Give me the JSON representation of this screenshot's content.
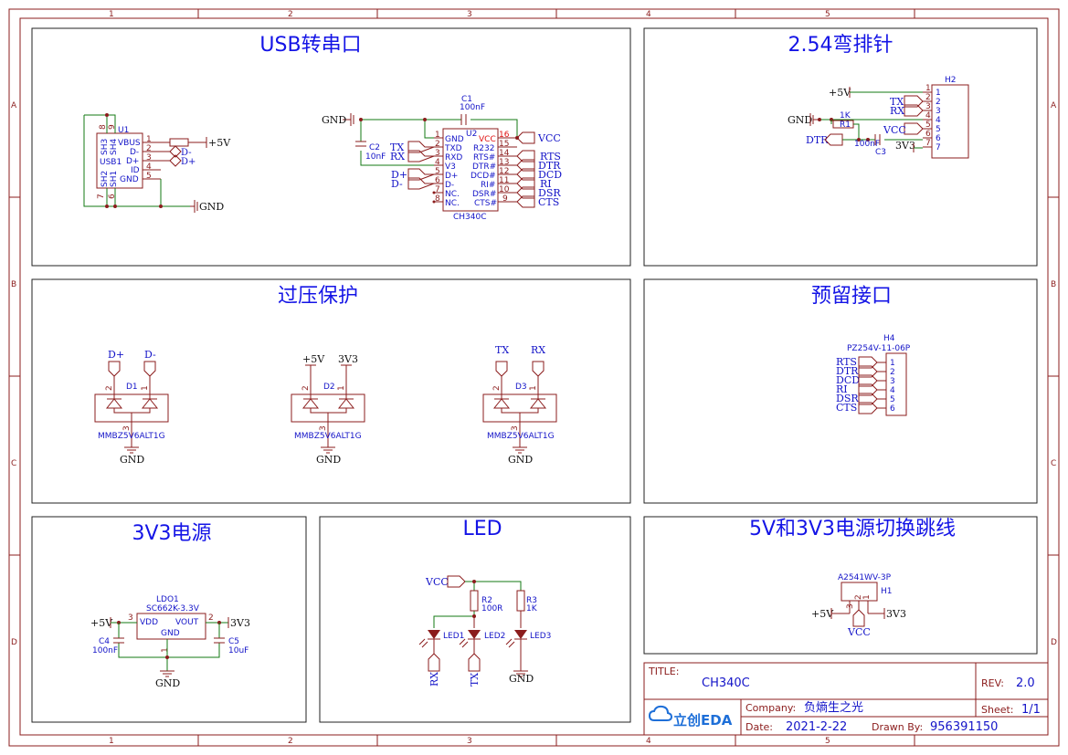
{
  "grid": {
    "cols": [
      "1",
      "2",
      "3",
      "4",
      "5"
    ],
    "rows": [
      "A",
      "B",
      "C",
      "D"
    ]
  },
  "sections": {
    "usb": "USB转串口",
    "header": "2.54弯排针",
    "ovp": "过压保护",
    "reserve": "预留接口",
    "ldo": "3V3电源",
    "led": "LED",
    "jumper": "5V和3V3电源切换跳线"
  },
  "usb": {
    "u1_ref": "U1",
    "u1_name": "USB1",
    "u1_pins": [
      "VBUS",
      "D-",
      "D+",
      "ID",
      "GND"
    ],
    "u1_pinnums": [
      "1",
      "2",
      "3",
      "4",
      "5"
    ],
    "u1_sh": [
      "SH3",
      "SH4",
      "SH2",
      "SH1"
    ],
    "u1_shnums": [
      "8",
      "9",
      "7",
      "6"
    ],
    "p5v": "+5V",
    "gnd": "GND",
    "dm": "D-",
    "dp": "D+",
    "c1_ref": "C1",
    "c1_val": "100nF",
    "c2_ref": "C2",
    "c2_val": "10nF",
    "u2_ref": "U2",
    "u2_name": "CH340C",
    "u2_left": [
      "GND",
      "TXD",
      "RXD",
      "V3",
      "D+",
      "D-",
      "NC.",
      "NC."
    ],
    "u2_leftnums": [
      "1",
      "2",
      "3",
      "4",
      "5",
      "6",
      "7",
      "8"
    ],
    "u2_right": [
      "VCC",
      "R232",
      "RTS#",
      "DTR#",
      "DCD#",
      "RI#",
      "DSR#",
      "CTS#"
    ],
    "u2_rightnums": [
      "16",
      "15",
      "14",
      "13",
      "12",
      "11",
      "10",
      "9"
    ],
    "left_nets": [
      "TX",
      "RX"
    ],
    "left_nets2": [
      "D+",
      "D-"
    ],
    "vcc": "VCC",
    "right_nets": [
      "RTS",
      "DTR",
      "DCD",
      "RI",
      "DSR",
      "CTS"
    ]
  },
  "header": {
    "ref": "H2",
    "p5v": "+5V",
    "gnd": "GND",
    "nets": [
      "TX",
      "RX"
    ],
    "r1_ref": "R1",
    "r1_val": "1K",
    "dtr": "DTR",
    "vcc": "VCC",
    "v33": "3V3",
    "c3_ref": "C3",
    "c3_val": "100nF",
    "pins": [
      "1",
      "2",
      "3",
      "4",
      "5",
      "6",
      "7"
    ]
  },
  "ovp": {
    "d1": "D1",
    "d2": "D2",
    "d3": "D3",
    "part": "MMBZ5V6ALT1G",
    "d1_nets": [
      "D+",
      "D-"
    ],
    "d2_nets": [
      "+5V",
      "3V3"
    ],
    "d3_nets": [
      "TX",
      "RX"
    ],
    "gnd": "GND",
    "pin1": "1",
    "pin2": "2",
    "pin3": "3"
  },
  "reserve": {
    "ref": "H4",
    "part": "PZ254V-11-06P",
    "nets": [
      "RTS",
      "DTR",
      "DCD",
      "RI",
      "DSR",
      "CTS"
    ],
    "pins": [
      "1",
      "2",
      "3",
      "4",
      "5",
      "6"
    ]
  },
  "ldo": {
    "ref": "LDO1",
    "part": "SC662K-3.3V",
    "vdd": "VDD",
    "vout": "VOUT",
    "gnd_pin": "GND",
    "p5v": "+5V",
    "v33": "3V3",
    "gnd": "GND",
    "c4_ref": "C4",
    "c4_val": "100nF",
    "c5_ref": "C5",
    "c5_val": "10uF",
    "pin1": "1",
    "pin2": "2",
    "pin3": "3"
  },
  "led": {
    "vcc": "VCC",
    "r2_ref": "R2",
    "r2_val": "100R",
    "r3_ref": "R3",
    "r3_val": "1K",
    "led1": "LED1",
    "led2": "LED2",
    "led3": "LED3",
    "rx": "RX",
    "tx": "TX",
    "gnd": "GND"
  },
  "jumper": {
    "part": "A2541WV-3P",
    "ref": "H1",
    "p5v": "+5V",
    "v33": "3V3",
    "vcc": "VCC",
    "pins": [
      "3",
      "2",
      "1"
    ]
  },
  "titleblock": {
    "title_label": "TITLE:",
    "title": "CH340C",
    "rev_label": "REV:",
    "rev": "2.0",
    "logo": "立创EDA",
    "company_label": "Company:",
    "company": "负熵生之光",
    "sheet_label": "Sheet:",
    "sheet": "1/1",
    "date_label": "Date:",
    "date": "2021-2-22",
    "drawn_label": "Drawn By:",
    "drawn": "956391150"
  },
  "colors": {
    "border": "#8b1c1c",
    "wire": "#137a13",
    "net": "#1414c8",
    "title": "#1414e6"
  }
}
